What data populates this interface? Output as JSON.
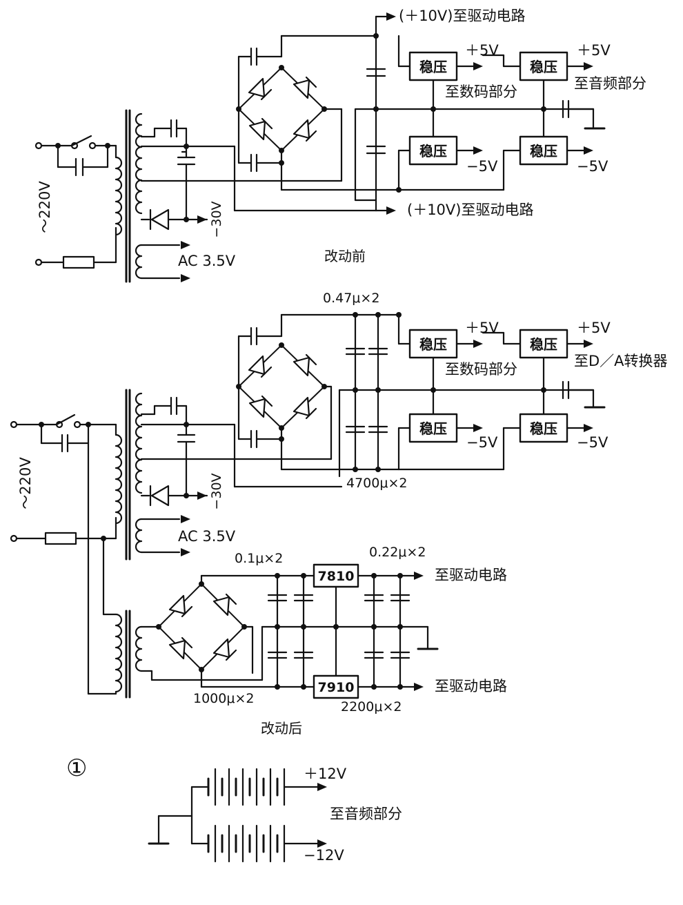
{
  "top": {
    "caption": "改动前",
    "mains": "～220V",
    "ac_winding": "AC 3.5V",
    "neg30": "−30V",
    "drive_top": "(＋10V)至驱动电路",
    "drive_bottom": "(＋10V)至驱动电路",
    "reg_label": "稳压",
    "plus5": "＋5V",
    "minus5": "−5V",
    "digital": "至数码部分",
    "audio": "至音频部分"
  },
  "middle": {
    "mains": "～220V",
    "ac_winding": "AC 3.5V",
    "neg30": "−30V",
    "cap_small": "0.47μ×2",
    "cap_big": "4700μ×2",
    "reg_label": "稳压",
    "plus5": "＋5V",
    "minus5": "−5V",
    "digital": "至数码部分",
    "dac": "至D／A转换器"
  },
  "bottom": {
    "caption": "改动后",
    "cap_in_small": "0.1μ×2",
    "cap_in_big": "1000μ×2",
    "cap_out_small": "0.22μ×2",
    "cap_out_big": "2200μ×2",
    "reg_pos": "7810",
    "reg_neg": "7910",
    "drive_pos": "至驱动电路",
    "drive_neg": "至驱动电路"
  },
  "battery": {
    "index": "①",
    "plus12": "＋12V",
    "minus12": "−12V",
    "audio": "至音频部分"
  }
}
